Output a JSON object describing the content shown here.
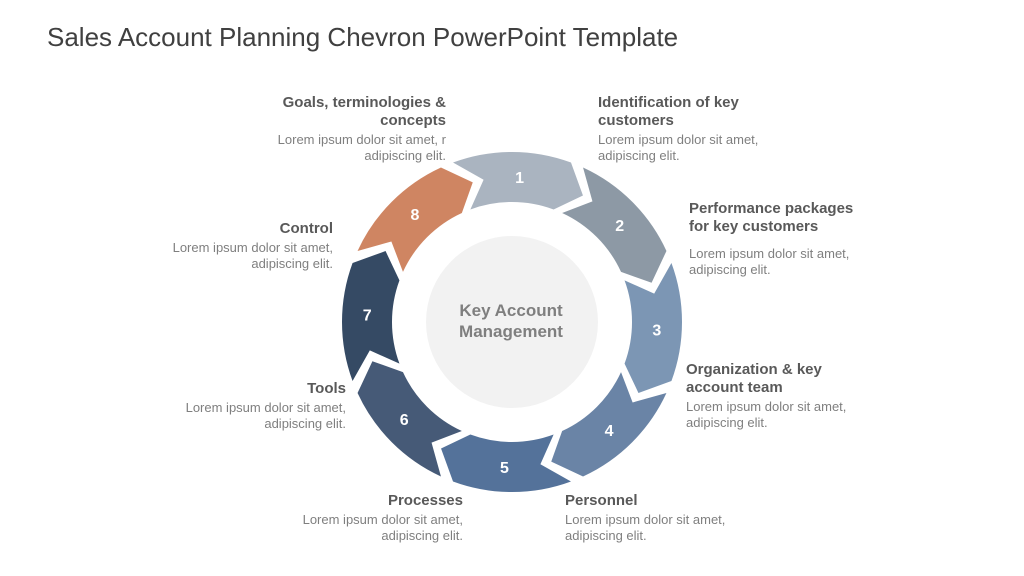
{
  "title": "Sales Account Planning Chevron PowerPoint Template",
  "center": {
    "line1": "Key Account",
    "line2": "Management"
  },
  "colors": {
    "seg1": "#aab4c0",
    "seg2": "#8d99a5",
    "seg3": "#7c96b4",
    "seg4": "#6a84a6",
    "seg5": "#54729a",
    "seg6": "#465a77",
    "seg7": "#354a64",
    "seg8": "#cf8562",
    "center_fill": "#f2f2f2"
  },
  "segments": [
    {
      "number": "1",
      "title": "Goals, terminologies &",
      "title2": "concepts",
      "desc1": "Lorem ipsum dolor sit amet, r",
      "desc2": "adipiscing elit."
    },
    {
      "number": "2",
      "title": "Identification of key",
      "title2": "customers",
      "desc1": "Lorem ipsum dolor sit amet,",
      "desc2": "adipiscing elit."
    },
    {
      "number": "3",
      "title": "Performance packages",
      "title2": "for key customers",
      "desc1": "Lorem ipsum dolor sit amet,",
      "desc2": "adipiscing elit."
    },
    {
      "number": "4",
      "title": "Organization & key",
      "title2": "account team",
      "desc1": "Lorem ipsum dolor sit amet,",
      "desc2": "adipiscing elit."
    },
    {
      "number": "5",
      "title": "Personnel",
      "title2": "",
      "desc1": "Lorem ipsum dolor sit amet,",
      "desc2": "adipiscing elit."
    },
    {
      "number": "6",
      "title": "Processes",
      "title2": "",
      "desc1": "Lorem ipsum dolor sit amet,",
      "desc2": "adipiscing elit."
    },
    {
      "number": "7",
      "title": "Tools",
      "title2": "",
      "desc1": "Lorem ipsum dolor sit amet,",
      "desc2": "adipiscing elit."
    },
    {
      "number": "8",
      "title": "Control",
      "title2": "",
      "desc1": "Lorem ipsum dolor sit amet,",
      "desc2": "adipiscing elit."
    }
  ]
}
